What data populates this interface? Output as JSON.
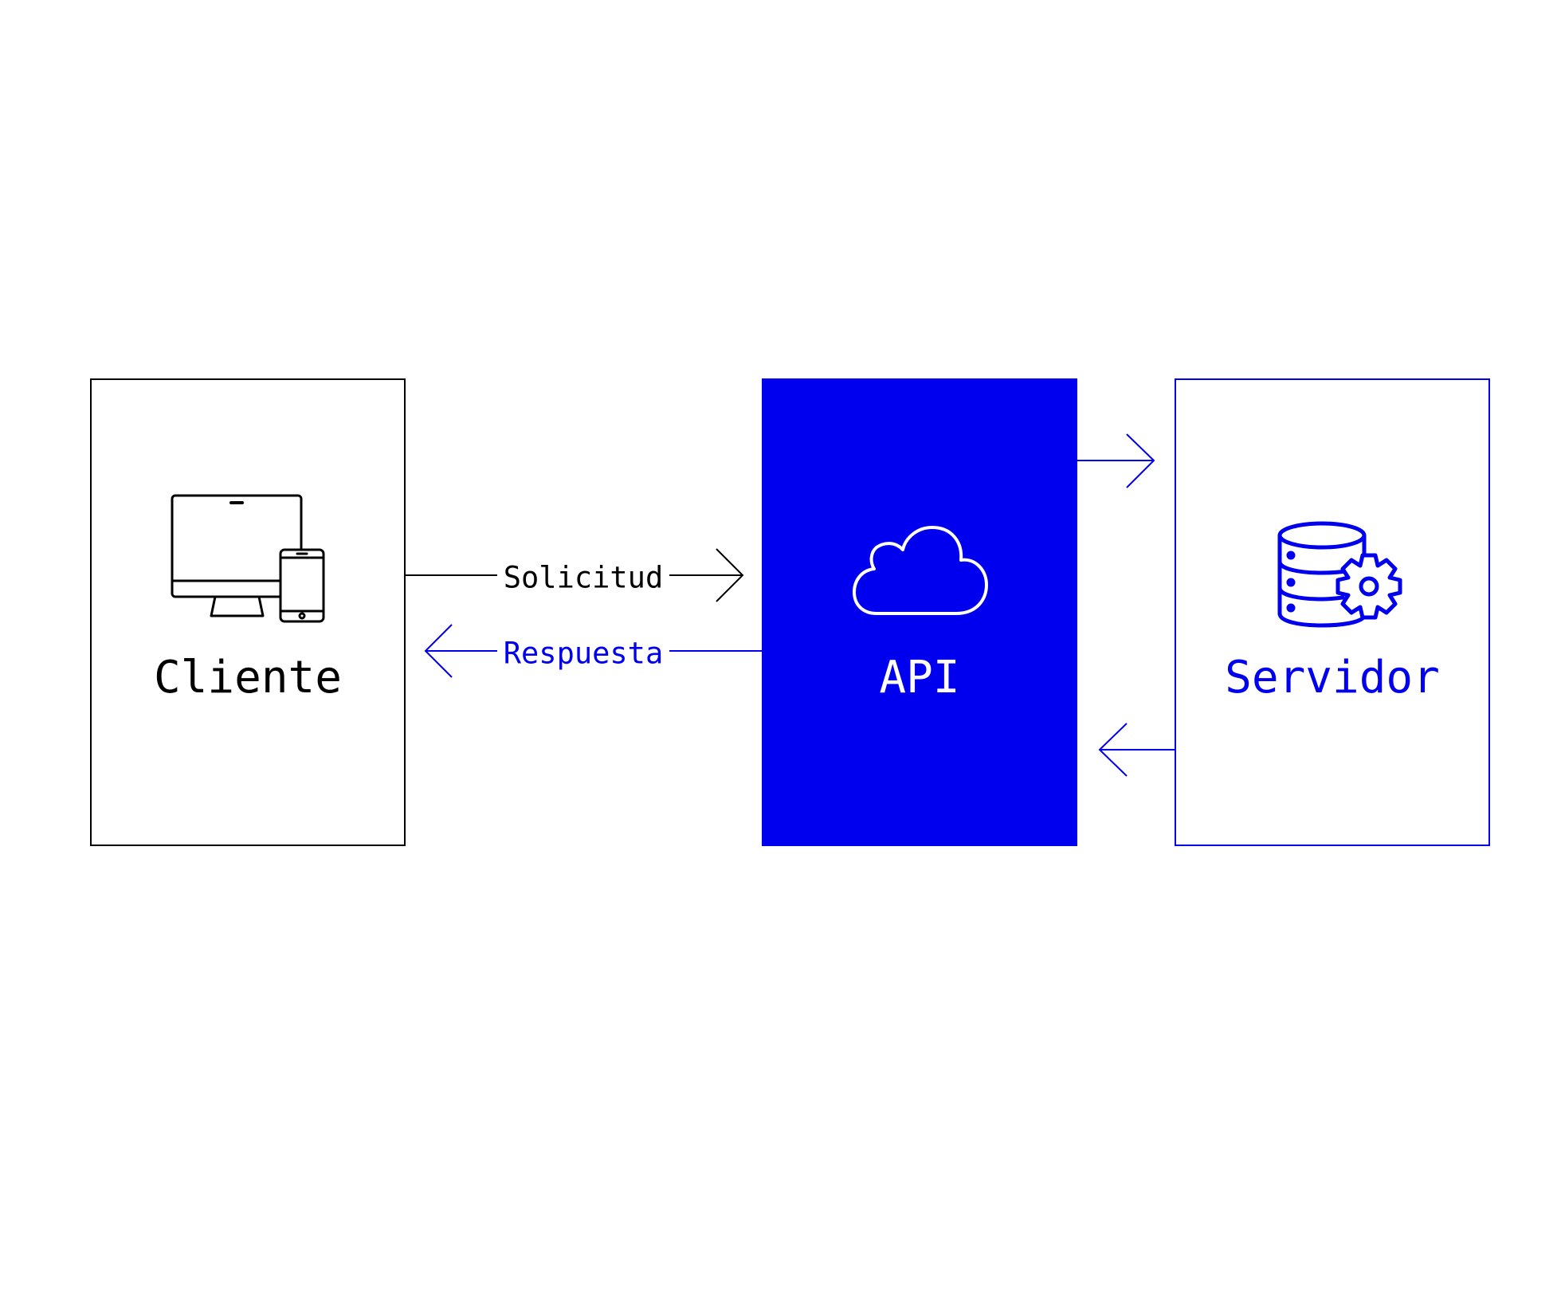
{
  "colors": {
    "black": "#000000",
    "blue": "#0000ee",
    "white": "#ffffff",
    "background": "#ffffff"
  },
  "nodes": {
    "cliente": {
      "label": "Cliente",
      "icon": "desktop-and-phone-icon"
    },
    "api": {
      "label": "API",
      "icon": "cloud-icon"
    },
    "servidor": {
      "label": "Servidor",
      "icon": "database-gear-icon"
    }
  },
  "edges": {
    "solicitud": {
      "label": "Solicitud",
      "from": "cliente",
      "to": "api"
    },
    "respuesta": {
      "label": "Respuesta",
      "from": "api",
      "to": "cliente"
    },
    "api_to_servidor": {
      "from": "api",
      "to": "servidor"
    },
    "servidor_to_api": {
      "from": "servidor",
      "to": "api"
    }
  }
}
